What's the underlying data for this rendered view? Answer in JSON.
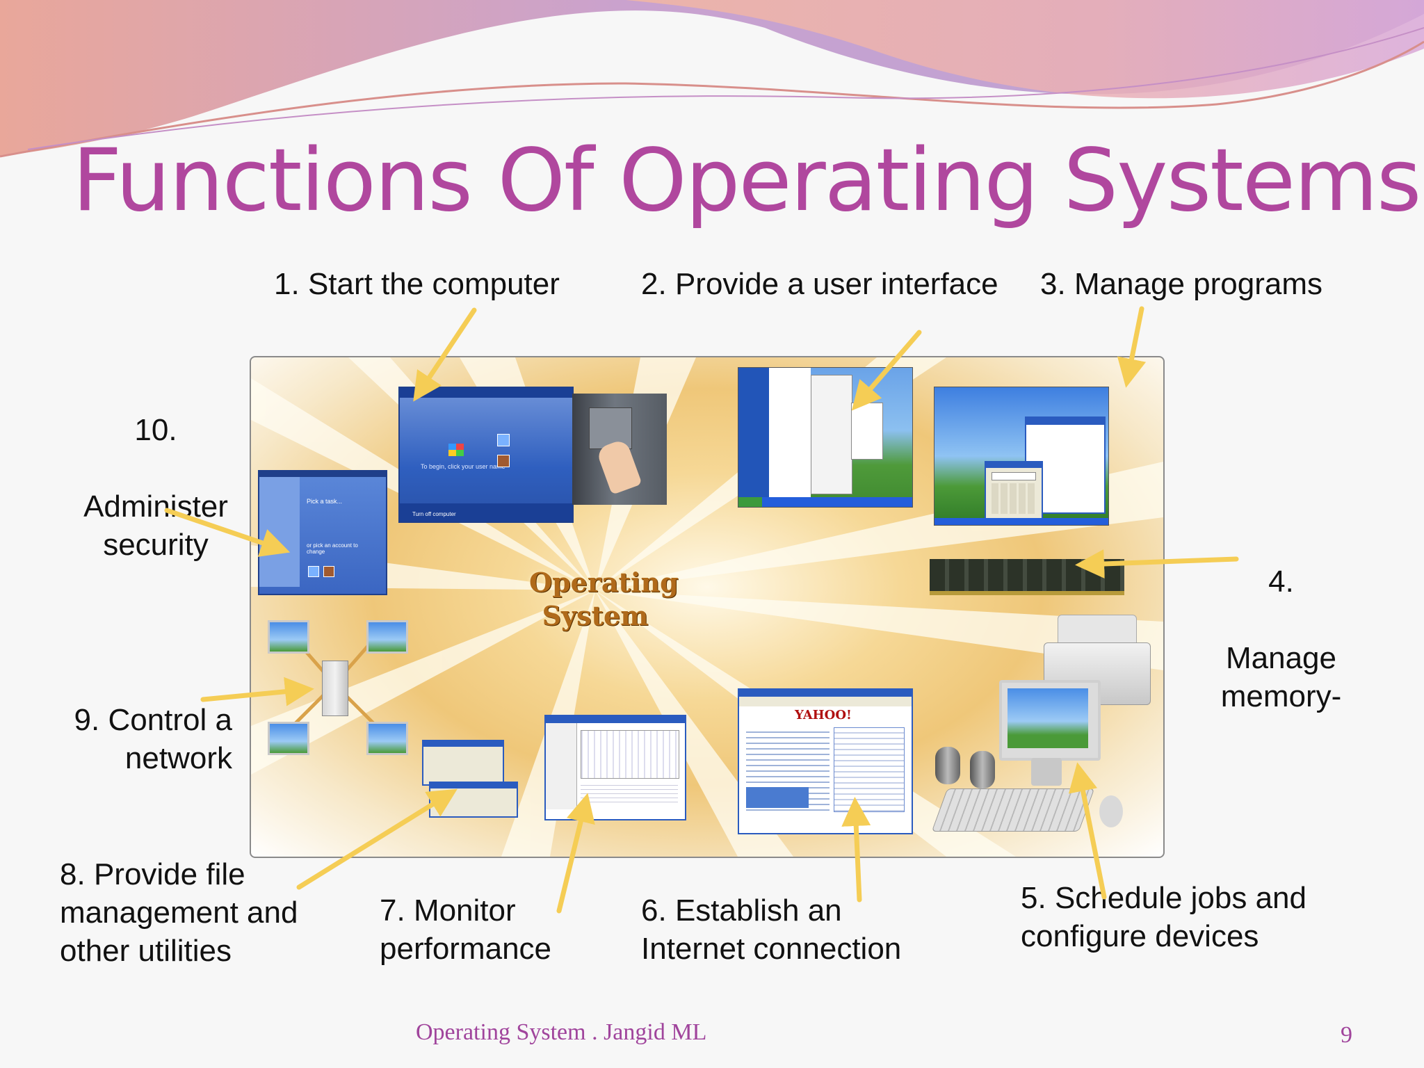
{
  "slide": {
    "title": "Functions Of Operating Systems",
    "footer": "Operating System . Jangid ML",
    "page_number": "9"
  },
  "diagram": {
    "center_label_line1": "Operating",
    "center_label_line2": "System",
    "functions": [
      {
        "number": "1.",
        "text": "Start the computer"
      },
      {
        "number": "2.",
        "text": "Provide a user interface"
      },
      {
        "number": "3.",
        "text": "Manage programs"
      },
      {
        "number": "4.",
        "text": "Manage\nmemory-"
      },
      {
        "number": "5.",
        "text": "Schedule jobs and\nconfigure devices"
      },
      {
        "number": "6.",
        "text": "Establish an\nInternet connection"
      },
      {
        "number": "7.",
        "text": "Monitor\nperformance"
      },
      {
        "number": "8.",
        "text": "Provide file\nmanagement and\nother utilities"
      },
      {
        "number": "9.",
        "text": "Control a\nnetwork"
      },
      {
        "number": "10.",
        "text": "Administer\nsecurity"
      }
    ]
  },
  "screens": {
    "logon_menu": "Turn off computer",
    "logon_prompt": "To begin, click your user name",
    "security_heading": "Pick a task...",
    "security_prompt": "or pick an account to change",
    "yahoo_logo": "YAHOO!"
  },
  "colors": {
    "title": "#b0479e",
    "arrow": "#f5cd55",
    "footer": "#a0449c",
    "xp_blue": "#2a5bbf",
    "glow": "#efc779"
  }
}
